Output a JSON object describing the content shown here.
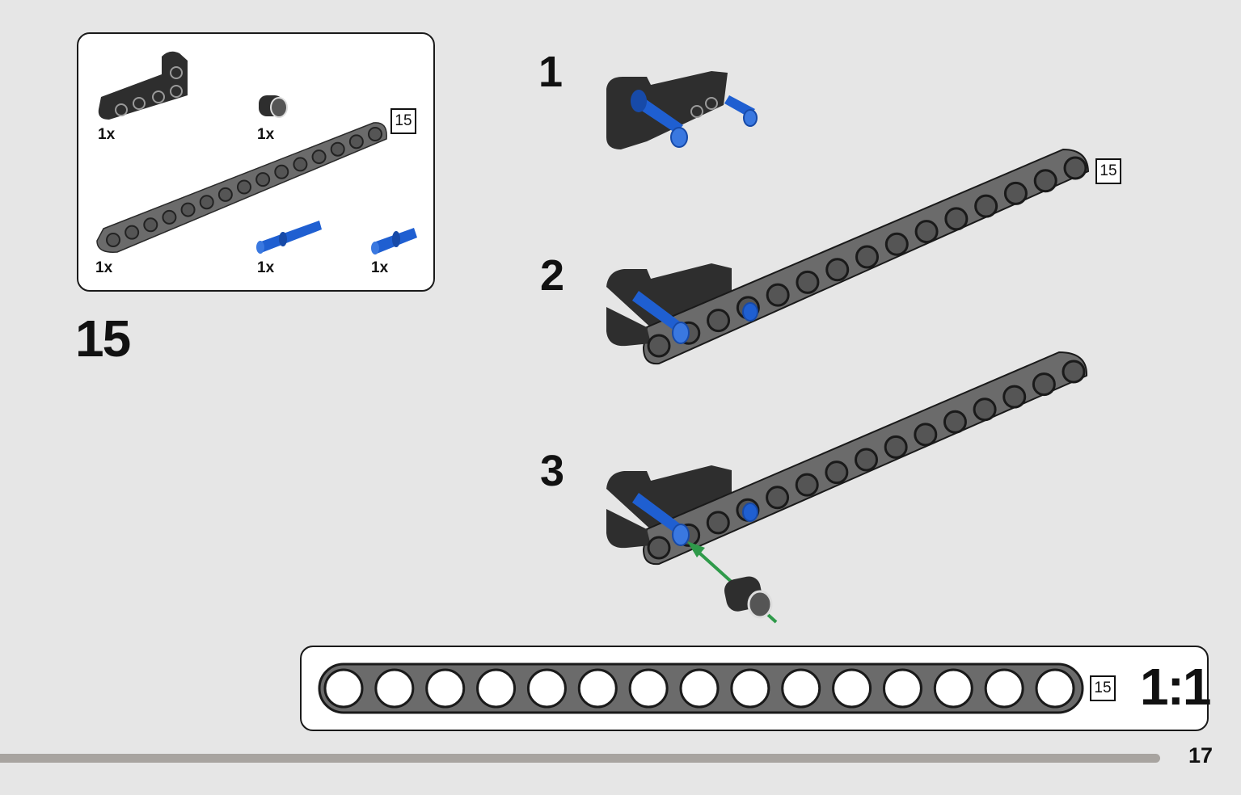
{
  "parts_list": {
    "items": [
      {
        "part": "angled-beam",
        "qty": "1x"
      },
      {
        "part": "bushing",
        "qty": "1x"
      },
      {
        "part": "beam-15",
        "qty": "1x",
        "length": "15"
      },
      {
        "part": "long-axle-pin",
        "qty": "1x"
      },
      {
        "part": "short-axle-pin",
        "qty": "1x"
      }
    ]
  },
  "step": {
    "number": "15"
  },
  "substeps": [
    {
      "label": "1"
    },
    {
      "label": "2",
      "beam_length": "15"
    },
    {
      "label": "3"
    }
  ],
  "ruler": {
    "length": "15",
    "scale": "1:1"
  },
  "page": {
    "number": "17"
  },
  "colors": {
    "background": "#e6e6e6",
    "beam_gray": "#6b6b6b",
    "beam_dark": "#2e2e2e",
    "pin_blue": "#1f5fd1",
    "arrow_green": "#2f9a4a",
    "progress": "#a8a4a0"
  }
}
